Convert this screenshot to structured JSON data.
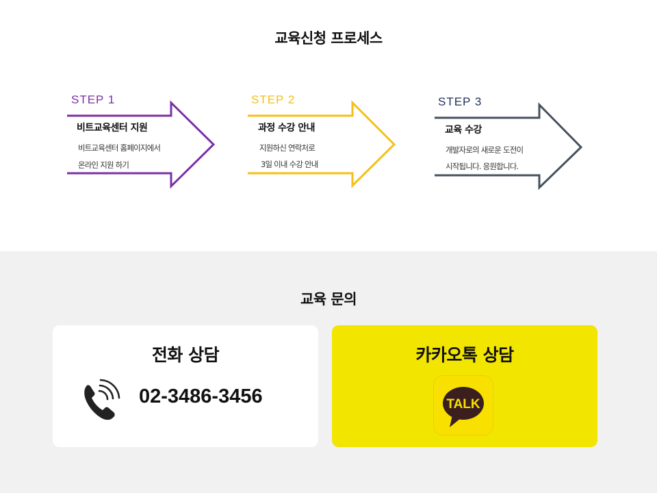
{
  "process": {
    "title": "교육신청 프로세스",
    "steps": [
      {
        "label": "STEP 1",
        "heading": "비트교육센터 지원",
        "desc_lines": [
          "비트교육센터 홈페이지에서",
          "온라인 지원 하기"
        ],
        "color": "#7b2fa6"
      },
      {
        "label": "STEP 2",
        "heading": "과정 수강 안내",
        "desc_lines": [
          "지원하신 연락처로",
          "3일 이내 수강 안내"
        ],
        "color": "#f5bf16"
      },
      {
        "label": "STEP 3",
        "heading": "교육 수강",
        "desc_lines": [
          "개발자로의 새로운 도전이",
          "시작됩니다. 응원합니다."
        ],
        "color": "#44505f",
        "label_color": "#1f2f5a"
      }
    ]
  },
  "inquiry": {
    "title": "교육 문의",
    "phone_card": {
      "title": "전화 상담",
      "number": "02-3486-3456",
      "icon": "phone-icon"
    },
    "kakao_card": {
      "title": "카카오톡 상담",
      "icon_text": "TALK",
      "icon": "kakaotalk-icon",
      "color": "#f2e500"
    }
  }
}
